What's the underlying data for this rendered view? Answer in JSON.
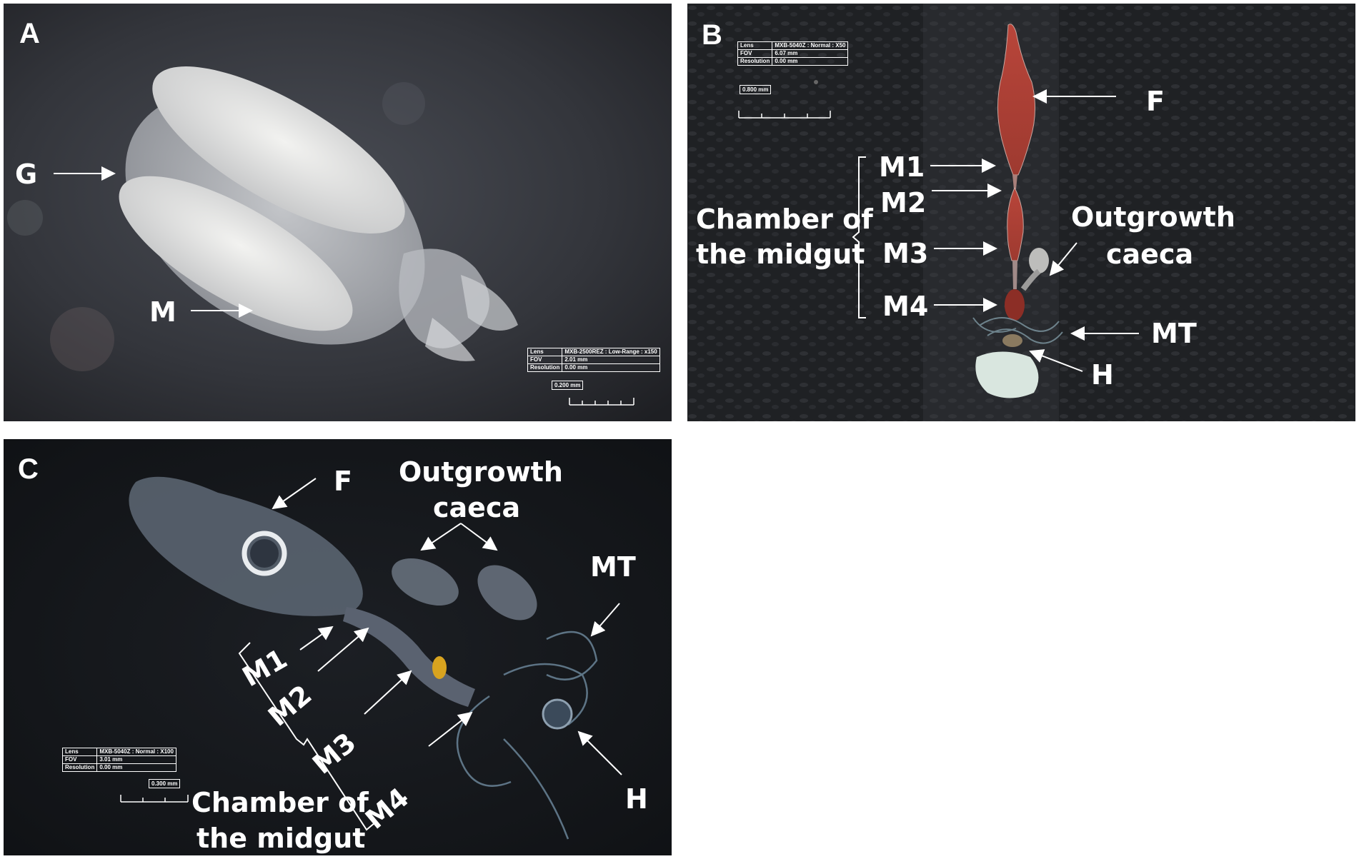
{
  "panels": {
    "a": {
      "letter": "A",
      "labels": {
        "g": "G",
        "m": "M"
      },
      "info": {
        "rows": [
          {
            "k": "Lens",
            "v": "MXB-2500REZ : Low-Range : x150"
          },
          {
            "k": "FOV",
            "v": "2.01 mm"
          },
          {
            "k": "Resolution",
            "v": "0.00 mm"
          }
        ],
        "scale": "0.200 mm"
      }
    },
    "b": {
      "letter": "B",
      "labels": {
        "f": "F",
        "m1": "M1",
        "m2": "M2",
        "m3": "M3",
        "m4": "M4",
        "chamber_1": "Chamber of",
        "chamber_2": "the midgut",
        "outgrowth_1": "Outgrowth",
        "outgrowth_2": "caeca",
        "mt": "MT",
        "h": "H"
      },
      "info": {
        "rows": [
          {
            "k": "Lens",
            "v": "MXB-5040Z : Normal : X50"
          },
          {
            "k": "FOV",
            "v": "6.07 mm"
          },
          {
            "k": "Resolution",
            "v": "0.00 mm"
          }
        ],
        "scale": "0.800 mm"
      }
    },
    "c": {
      "letter": "C",
      "labels": {
        "f": "F",
        "outgrowth_1": "Outgrowth",
        "outgrowth_2": "caeca",
        "mt": "MT",
        "m1": "M1",
        "m2": "M2",
        "m3": "M3",
        "m4": "M4",
        "h": "H",
        "chamber_1": "Chamber of",
        "chamber_2": "the midgut"
      },
      "info": {
        "rows": [
          {
            "k": "Lens",
            "v": "MXB-5040Z : Normal : X100"
          },
          {
            "k": "FOV",
            "v": "3.01 mm"
          },
          {
            "k": "Resolution",
            "v": "0.00 mm"
          }
        ],
        "scale": "0.300 mm"
      }
    }
  }
}
